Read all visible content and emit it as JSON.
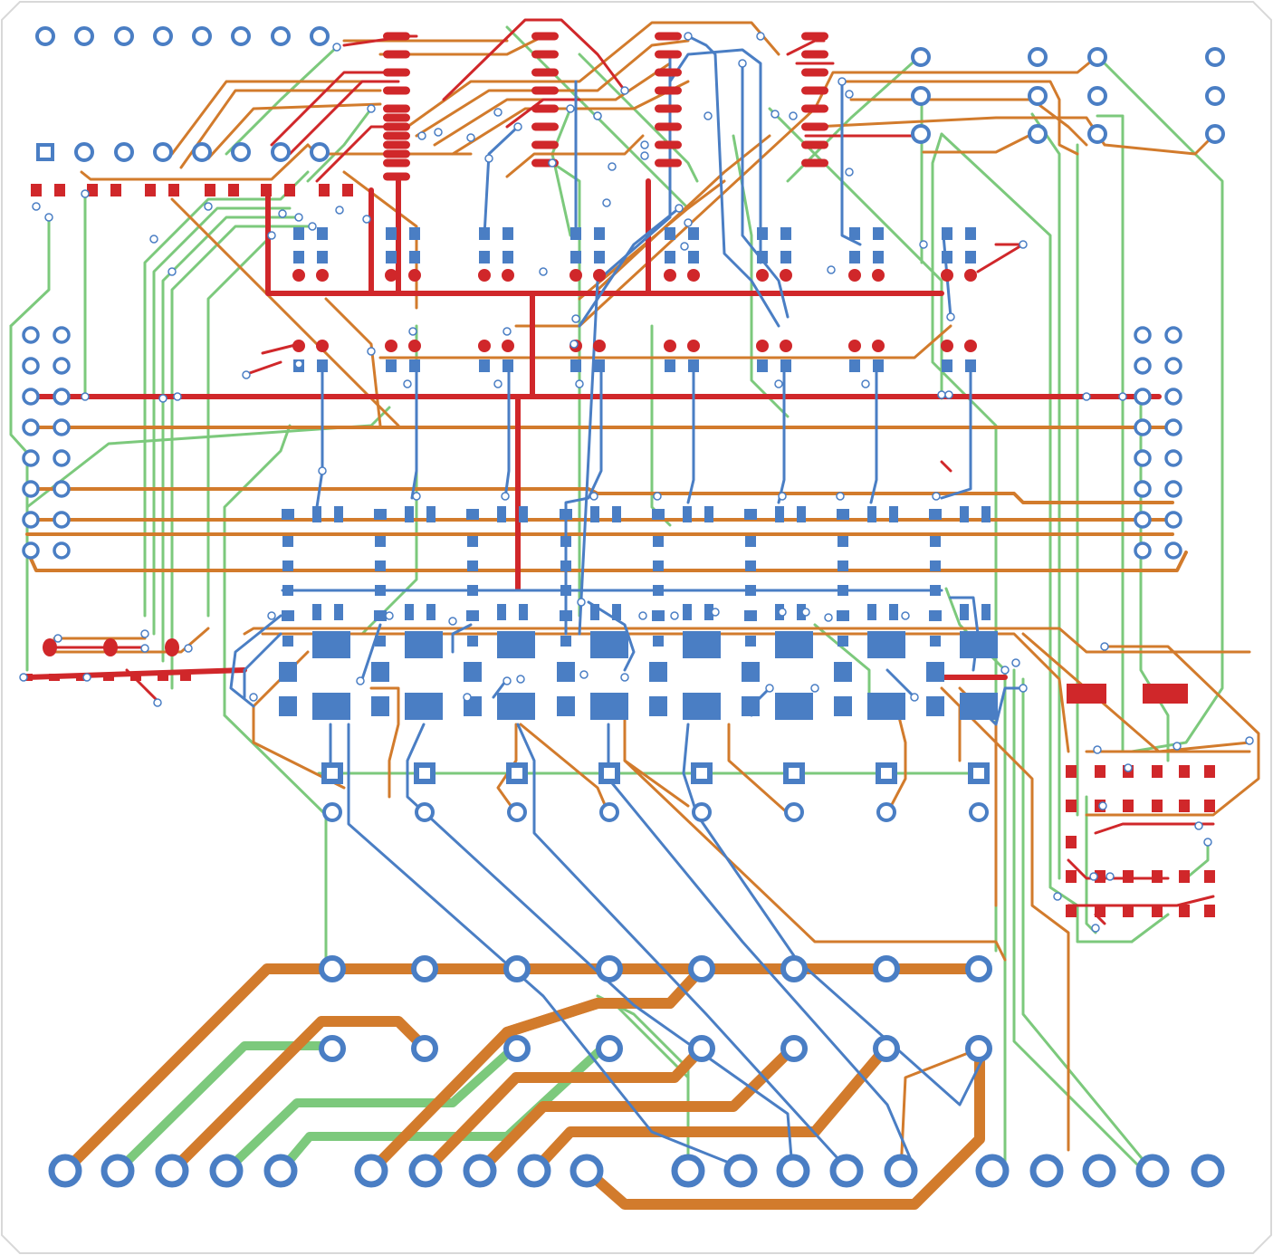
{
  "board": {
    "colors": {
      "background": "#ffffff",
      "outline": "#d8d8d8",
      "top_copper": "#d0272a",
      "bottom_copper": "#4a7ec4",
      "inner_orange": "#d27b2c",
      "inner_green": "#7cc97c",
      "via_fill": "#ffffff"
    },
    "layers": [
      "top-copper-red",
      "bottom-copper-blue",
      "inner-orange",
      "inner-green"
    ]
  }
}
